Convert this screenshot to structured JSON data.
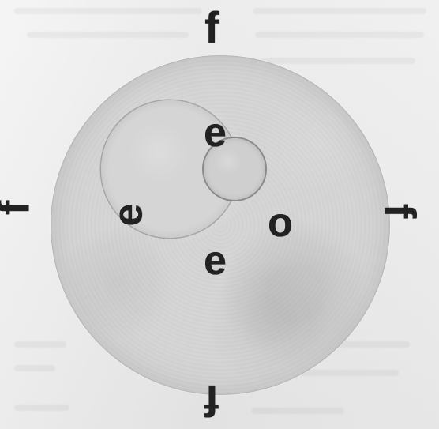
{
  "figure": {
    "labels": {
      "f_top": "f",
      "f_right": "f",
      "f_bottom": "f",
      "f_left": "f",
      "e_top": "e",
      "e_left": "e",
      "e_bottom": "e",
      "o_center": "o"
    },
    "colors": {
      "background": "#e9e9e9",
      "specimen": "#d0d0d0",
      "ink": "#222222"
    }
  }
}
